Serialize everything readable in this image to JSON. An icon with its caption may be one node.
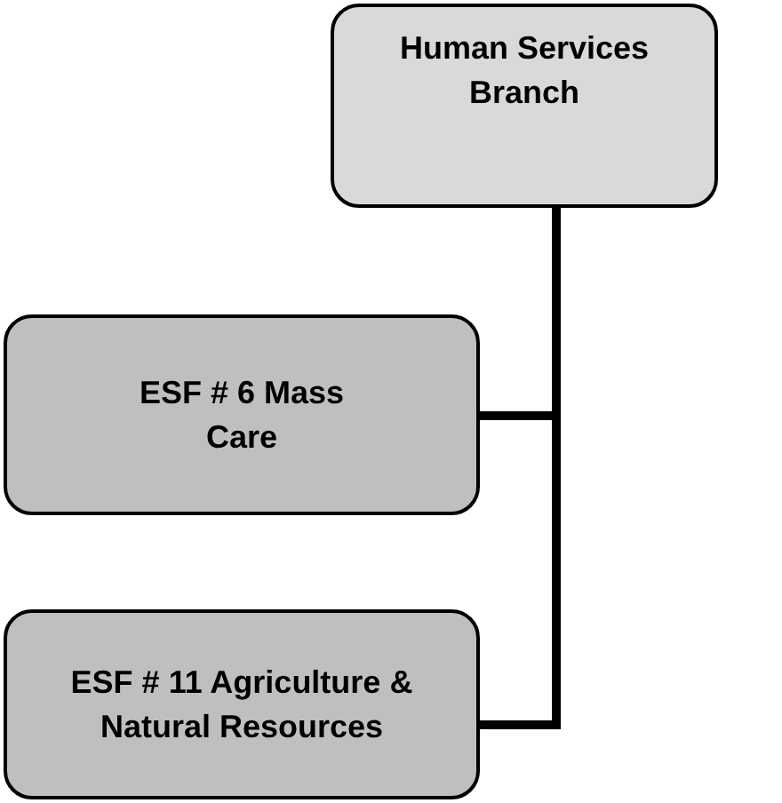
{
  "diagram": {
    "nodes": [
      {
        "text": [
          "Human Services Branch"
        ]
      },
      {
        "text": [
          "ESF # 6 Mass Care"
        ]
      },
      {
        "text": [
          "ESF # 11 Agriculture & Natural Resources"
        ]
      }
    ],
    "edges": [
      {
        "from": 0,
        "to": 1,
        "arrow": "none"
      },
      {
        "from": 0,
        "to": 2,
        "arrow": "none"
      }
    ]
  }
}
